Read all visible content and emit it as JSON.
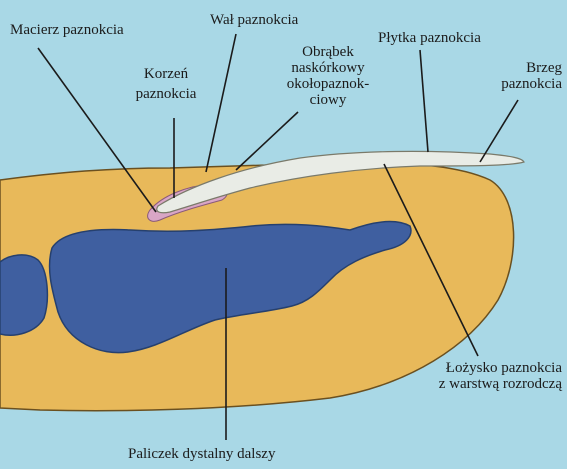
{
  "diagram": {
    "labels": {
      "nail_matrix": "Macierz paznokcia",
      "nail_fold": "Wał paznokcia",
      "nail_root_line1": "Korzeń",
      "nail_root_line2": "paznokcia",
      "cuticle_line1": "Obrąbek",
      "cuticle_line2": "naskórkowy",
      "cuticle_line3": "okołopaznok-",
      "cuticle_line4": "ciowy",
      "nail_plate": "Płytka paznokcia",
      "nail_edge_line1": "Brzeg",
      "nail_edge_line2": "paznokcia",
      "nail_bed_line1": "Łożysko paznokcia",
      "nail_bed_line2": "z warstwą rozrodczą",
      "distal_phalanx": "Paliczek dystalny dalszy"
    },
    "colors": {
      "background": "#a9d8e6",
      "finger_tissue": "#e8b95a",
      "bone": "#3f5fa0",
      "nail_plate": "#e9ece6",
      "matrix": "#d9a6c6",
      "outline": "#6a5020",
      "leader_line": "#1b1b1b"
    }
  }
}
